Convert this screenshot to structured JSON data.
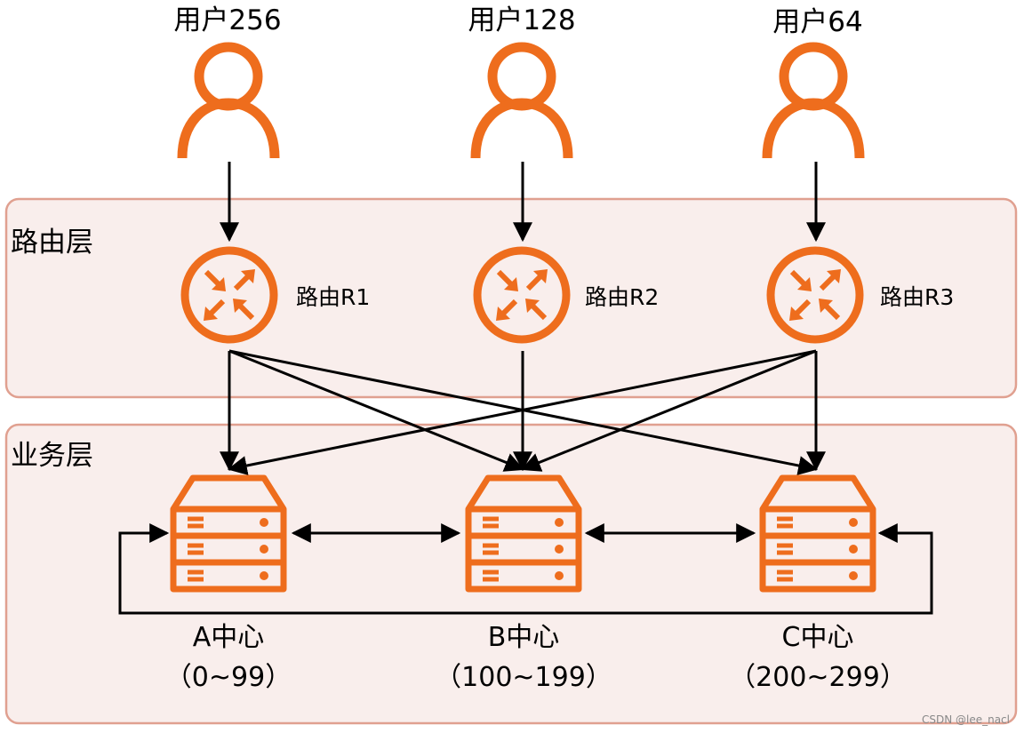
{
  "users": [
    {
      "label": "用户256"
    },
    {
      "label": "用户128"
    },
    {
      "label": "用户64"
    }
  ],
  "layers": {
    "routing": "路由层",
    "business": "业务层"
  },
  "routers": [
    {
      "label": "路由R1"
    },
    {
      "label": "路由R2"
    },
    {
      "label": "路由R3"
    }
  ],
  "centers": [
    {
      "name": "A中心",
      "range": "（0~99）"
    },
    {
      "name": "B中心",
      "range": "（100~199）"
    },
    {
      "name": "C中心",
      "range": "（200~299）"
    }
  ],
  "watermark": "CSDN @lee_nacl",
  "colors": {
    "accent": "#ee6d1d",
    "layer_fill": "#f9eeec",
    "layer_border": "#e0a090"
  }
}
